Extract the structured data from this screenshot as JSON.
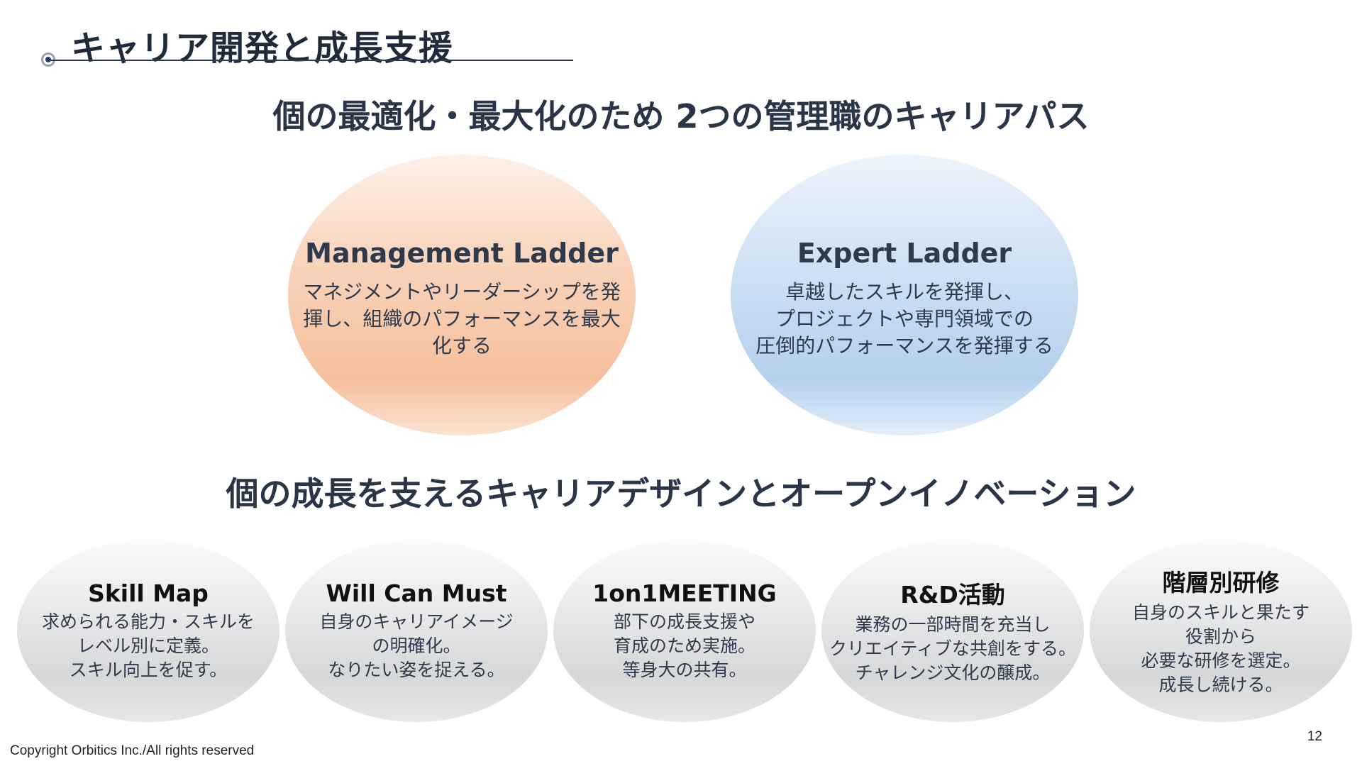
{
  "slide": {
    "title": "キャリア開発と成長支援"
  },
  "section1": {
    "heading": "個の最適化・最大化のため 2つの管理職のキャリアパス",
    "ladders": [
      {
        "title": "Management Ladder",
        "lines": [
          "マネジメントやリーダーシップを発",
          "揮し、組織のパフォーマンスを最大",
          "化する"
        ]
      },
      {
        "title": "Expert Ladder",
        "lines": [
          "卓越したスキルを発揮し、",
          "プロジェクトや専門領域での",
          "圧倒的パフォーマンスを発揮する"
        ]
      }
    ]
  },
  "section2": {
    "heading": "個の成長を支えるキャリアデザインとオープンイノベーション",
    "items": [
      {
        "title": "Skill Map",
        "lines": [
          "求められる能力・スキルを",
          "レベル別に定義。",
          "スキル向上を促す。"
        ]
      },
      {
        "title": "Will Can Must",
        "lines": [
          "自身のキャリアイメージ",
          "の明確化。",
          "なりたい姿を捉える。"
        ]
      },
      {
        "title": "1on1MEETING",
        "lines": [
          "部下の成長支援や",
          "育成のため実施。",
          "等身大の共有。"
        ]
      },
      {
        "title": "R&D活動",
        "lines": [
          "業務の一部時間を充当し",
          "クリエイティブな共創をする。",
          "チャレンジ文化の醸成。"
        ]
      },
      {
        "title": "階層別研修",
        "lines": [
          "自身のスキルと果たす",
          "役割から",
          "必要な研修を選定。",
          "成長し続ける。"
        ]
      }
    ]
  },
  "footer": {
    "copyright": "Copyright Orbitics Inc./All rights reserved",
    "page_number": "12"
  },
  "colors": {
    "management_fill": "#f6c6a6",
    "expert_fill": "#c4d9f1",
    "support_fill": "#dcdddf",
    "title_text": "#1f2a3a"
  }
}
